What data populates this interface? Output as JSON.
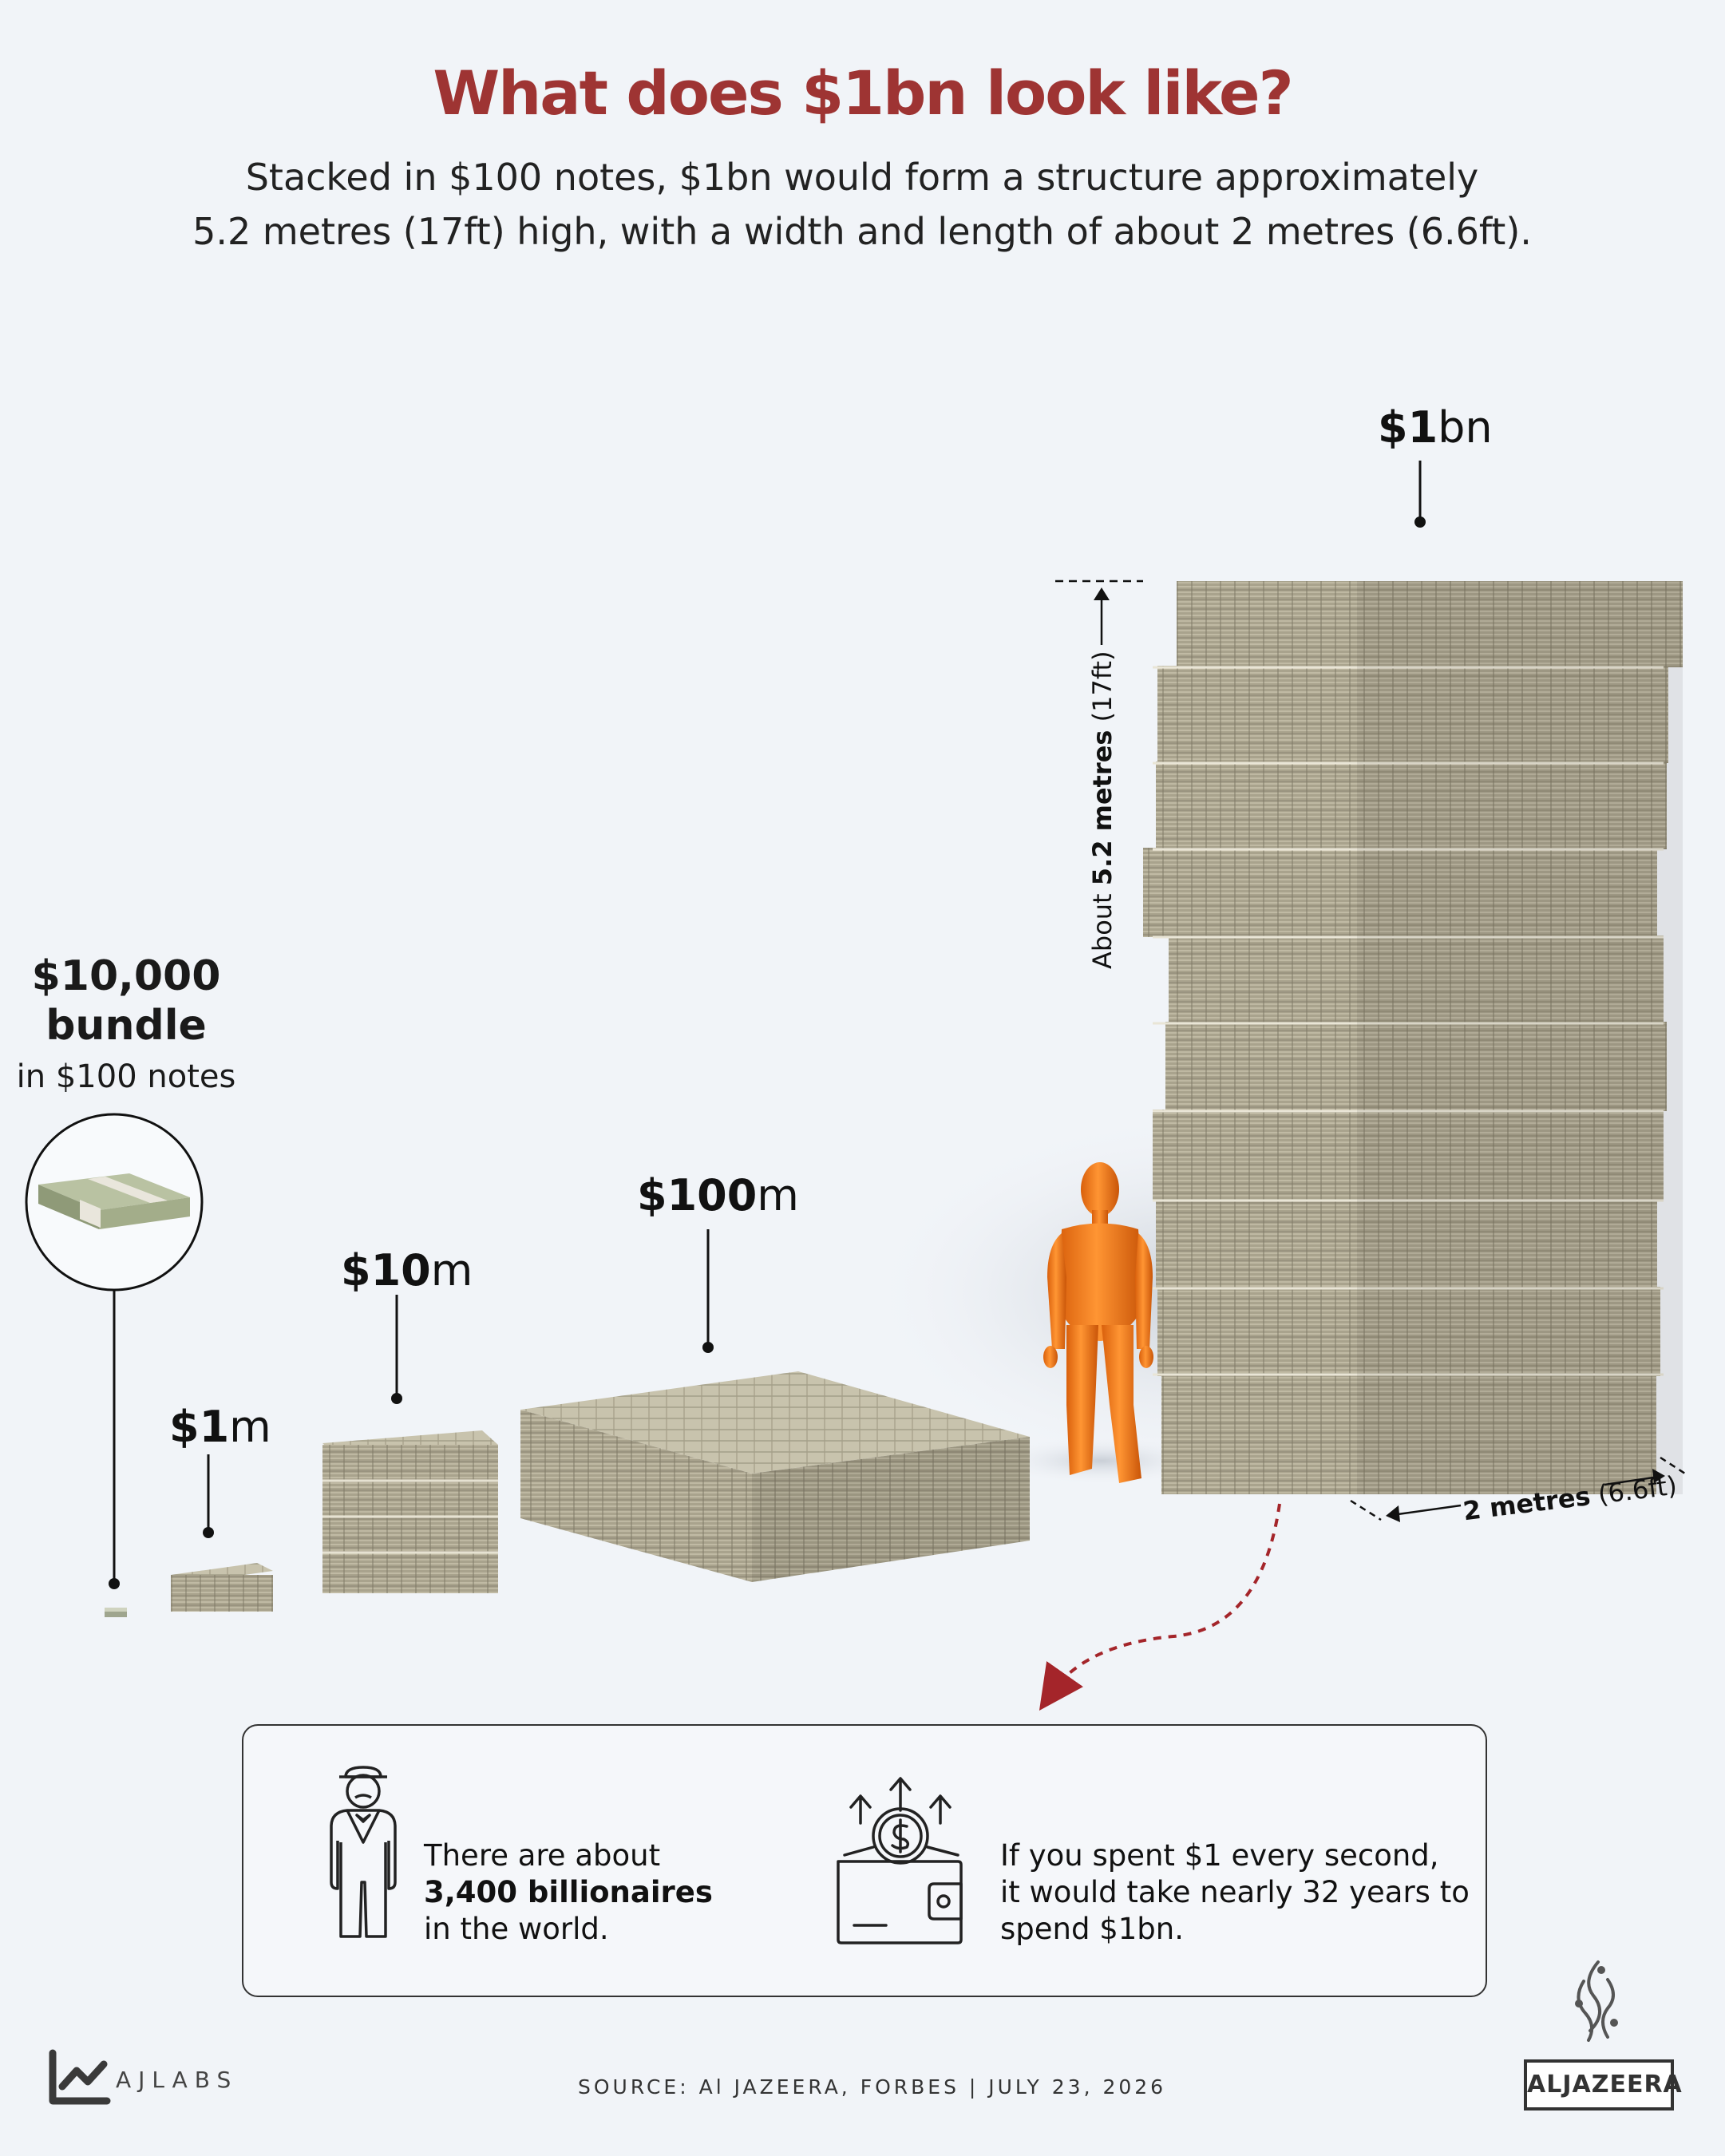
{
  "header": {
    "title": "What does $1bn look like?",
    "subtitle_line1": "Stacked in $100 notes, $1bn would form a structure approximately",
    "subtitle_line2": "5.2 metres (17ft) high, with a width and length of about 2 metres (6.6ft)."
  },
  "bundle": {
    "title_line1": "$10,000",
    "title_line2": "bundle",
    "subtitle": "in $100 notes"
  },
  "stacks": [
    {
      "amount": "$1",
      "unit": "m"
    },
    {
      "amount": "$10",
      "unit": "m"
    },
    {
      "amount": "$100",
      "unit": "m"
    },
    {
      "amount": "$1",
      "unit": "bn"
    }
  ],
  "dimensions": {
    "height_prefix": "About ",
    "height_bold": "5.2 metres",
    "height_suffix": " (17ft)",
    "width_bold": "2 metres",
    "width_suffix": " (6.6ft)"
  },
  "facts": {
    "billionaires_line1": "There are about",
    "billionaires_bold": "3,400 billionaires",
    "billionaires_line3": "in the world.",
    "spending_line1": "If you spent $1 every second,",
    "spending_line2": "it would take nearly 32 years to",
    "spending_line3": "spend $1bn."
  },
  "footer": {
    "source": "SOURCE:  Al JAZEERA, FORBES | JULY 23, 2026",
    "ajlabs": "AJLABS",
    "aljazeera": "ALJAZEERA"
  },
  "colors": {
    "title": "#9e3433",
    "money_front": "#a8a28c",
    "money_top": "#c9c4ae",
    "money_side": "#8f8a75",
    "figure": "#f07a18",
    "arrow": "#a4252a"
  }
}
